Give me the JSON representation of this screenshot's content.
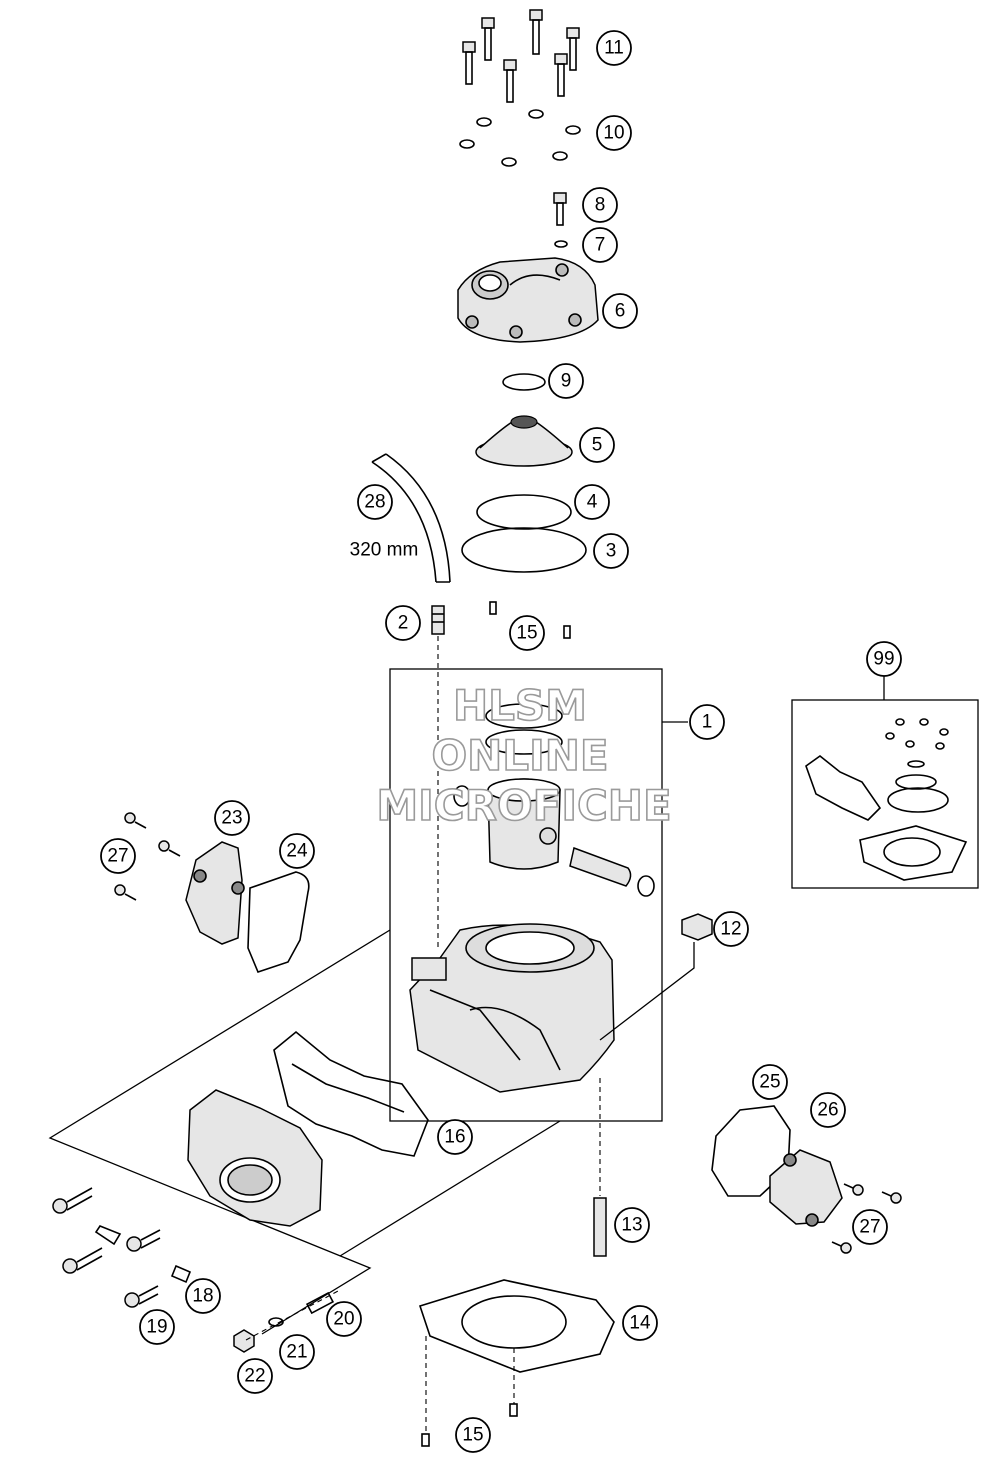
{
  "callouts": [
    {
      "id": "c11",
      "label": "11"
    },
    {
      "id": "c10",
      "label": "10"
    },
    {
      "id": "c8",
      "label": "8"
    },
    {
      "id": "c7",
      "label": "7"
    },
    {
      "id": "c6",
      "label": "6"
    },
    {
      "id": "c9",
      "label": "9"
    },
    {
      "id": "c5",
      "label": "5"
    },
    {
      "id": "c28",
      "label": "28"
    },
    {
      "id": "c4",
      "label": "4"
    },
    {
      "id": "c3",
      "label": "3"
    },
    {
      "id": "c2",
      "label": "2"
    },
    {
      "id": "c15a",
      "label": "15"
    },
    {
      "id": "c1",
      "label": "1"
    },
    {
      "id": "c99",
      "label": "99"
    },
    {
      "id": "c23",
      "label": "23"
    },
    {
      "id": "c24",
      "label": "24"
    },
    {
      "id": "c27a",
      "label": "27"
    },
    {
      "id": "c12",
      "label": "12"
    },
    {
      "id": "c16",
      "label": "16"
    },
    {
      "id": "c25",
      "label": "25"
    },
    {
      "id": "c26",
      "label": "26"
    },
    {
      "id": "c27b",
      "label": "27"
    },
    {
      "id": "c13",
      "label": "13"
    },
    {
      "id": "c18",
      "label": "18"
    },
    {
      "id": "c19",
      "label": "19"
    },
    {
      "id": "c20",
      "label": "20"
    },
    {
      "id": "c14",
      "label": "14"
    },
    {
      "id": "c21",
      "label": "21"
    },
    {
      "id": "c22",
      "label": "22"
    },
    {
      "id": "c15b",
      "label": "15"
    }
  ],
  "dimension_label": "320 mm",
  "watermark": {
    "line1": "HLSM",
    "line2": "ONLINE",
    "line3": "MICROFICHE"
  }
}
